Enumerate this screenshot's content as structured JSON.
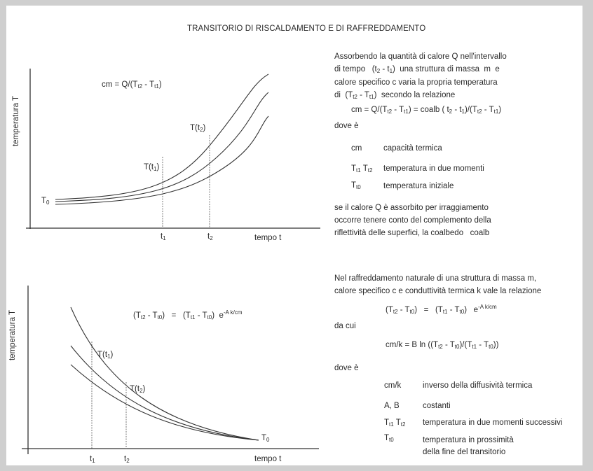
{
  "title": "TRANSITORIO DI RISCALDAMENTO E DI RAFFREDDAMENTO",
  "heating_chart": {
    "ylabel": "temperatura T",
    "xlabel": "tempo t",
    "formula": "cm = Q/(Tt2 - Tt1)",
    "labels": {
      "t0": "T0",
      "tt1": "T(t1)",
      "tt2": "T(t2)",
      "t1": "t1",
      "t2": "t2"
    }
  },
  "cooling_chart": {
    "ylabel": "temperatura T",
    "xlabel": "tempo t",
    "formula": "(Tt2 - Tt0) = (Tt1 - Tt0) e-A k/cm",
    "labels": {
      "tt1": "T(t1)",
      "tt2": "T(t2)",
      "t0": "T0",
      "t1": "t1",
      "t2": "t2"
    }
  },
  "heating_text": {
    "lines": [
      "Assorbendo la quantità di calore Q nell'intervallo",
      "di tempo (t2 - t1) una struttura di massa m e",
      "calore specifico c varia la propria temperatura",
      "di (Tt2 - Tt1) secondo la relazione"
    ],
    "relation": "cm = Q/(Tt2 - Tt1) = coalb (t2 - t1)/(Tt2 - Tt1)",
    "dove": "dove è",
    "defs": [
      {
        "sym": "cm",
        "desc": "capacità termica"
      },
      {
        "sym": "Tt1 Tt2",
        "desc": "temperatura in due momenti"
      },
      {
        "sym": "Tt0",
        "desc": "temperatura iniziale"
      }
    ],
    "note": [
      "se il calore Q è assorbito per irraggiamento",
      "occorre tenere conto del complemento della",
      "riflettività delle superfici, la coalbedo coalb"
    ]
  },
  "cooling_text": {
    "lines": [
      "Nel raffreddamento naturale di una struttura di massa m,",
      "calore specifico c e conduttività termica k vale la relazione"
    ],
    "relation": "(Tt2 - Tt0) = (Tt1 - Tt0) e-A k/cm",
    "dacui": "da cui",
    "relation2": "cm/k = B ln ((Tt2 - Tt0)/(Tt1 - Tt0))",
    "dove": "dove è",
    "defs": [
      {
        "sym": "cm/k",
        "desc": "inverso della diffusività termica"
      },
      {
        "sym": "A, B",
        "desc": "costanti"
      },
      {
        "sym": "Tt1 Tt2",
        "desc": "temperatura in due momenti successivi"
      },
      {
        "sym": "Tt0",
        "desc": "temperatura in prossimità"
      }
    ],
    "defs_cont": "della fine del transitorio"
  }
}
